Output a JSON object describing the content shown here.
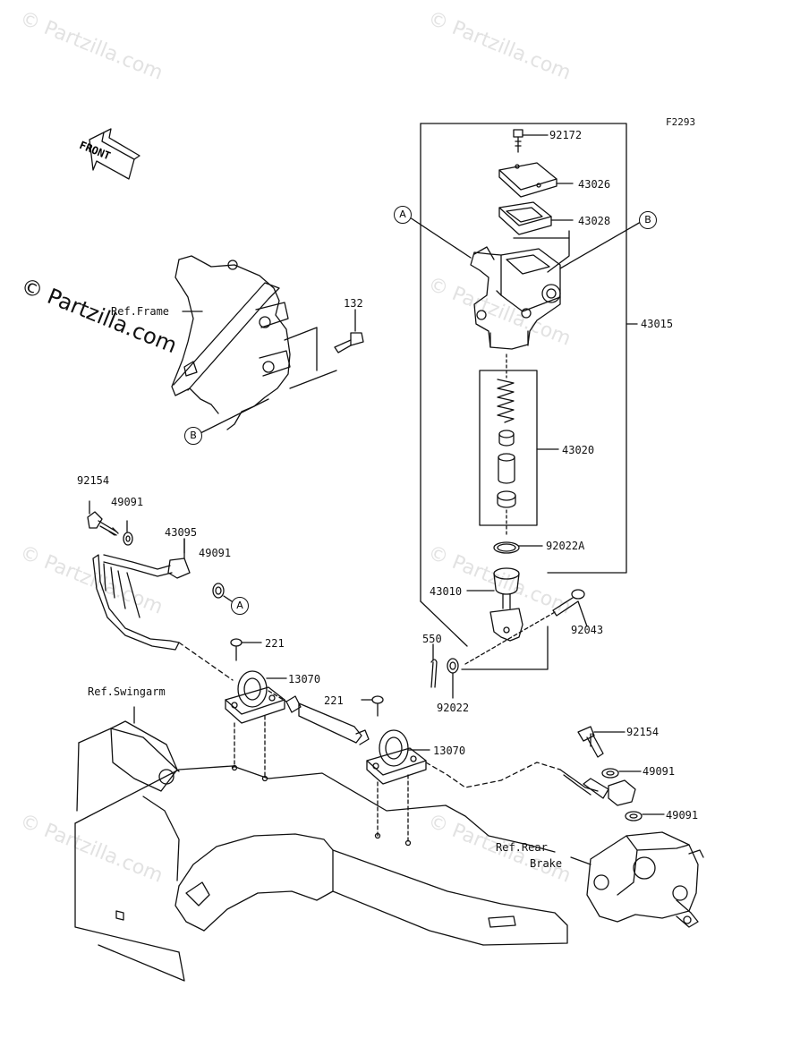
{
  "diagram_code": "F2293",
  "front_label": "FRONT",
  "watermark": "© Partzilla.com",
  "refs": {
    "frame": "Ref.Frame",
    "swingarm": "Ref.Swingarm",
    "rear_brake_1": "Ref.Rear",
    "rear_brake_2": "Brake"
  },
  "callouts": {
    "a1": "A",
    "a2": "A",
    "b1": "B",
    "b2": "B"
  },
  "parts": {
    "p92172": "92172",
    "p43026": "43026",
    "p43028": "43028",
    "p43015": "43015",
    "p43020": "43020",
    "p92022A": "92022A",
    "p43010": "43010",
    "p92043": "92043",
    "p550": "550",
    "p92022": "92022",
    "p132": "132",
    "p92154a": "92154",
    "p49091a": "49091",
    "p43095": "43095",
    "p49091b": "49091",
    "p221a": "221",
    "p13070a": "13070",
    "p221b": "221",
    "p13070b": "13070",
    "p92154b": "92154",
    "p49091c": "49091",
    "p49091d": "49091"
  }
}
